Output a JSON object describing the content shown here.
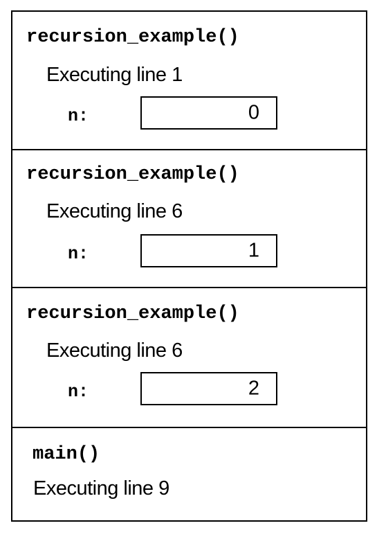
{
  "frames": [
    {
      "function": "recursion_example()",
      "status": "Executing line 1",
      "var_name": "n:",
      "var_value": "0"
    },
    {
      "function": "recursion_example()",
      "status": "Executing line 6",
      "var_name": "n:",
      "var_value": "1"
    },
    {
      "function": "recursion_example()",
      "status": "Executing line 6",
      "var_name": "n:",
      "var_value": "2"
    },
    {
      "function": "main()",
      "status": "Executing line 9"
    }
  ]
}
